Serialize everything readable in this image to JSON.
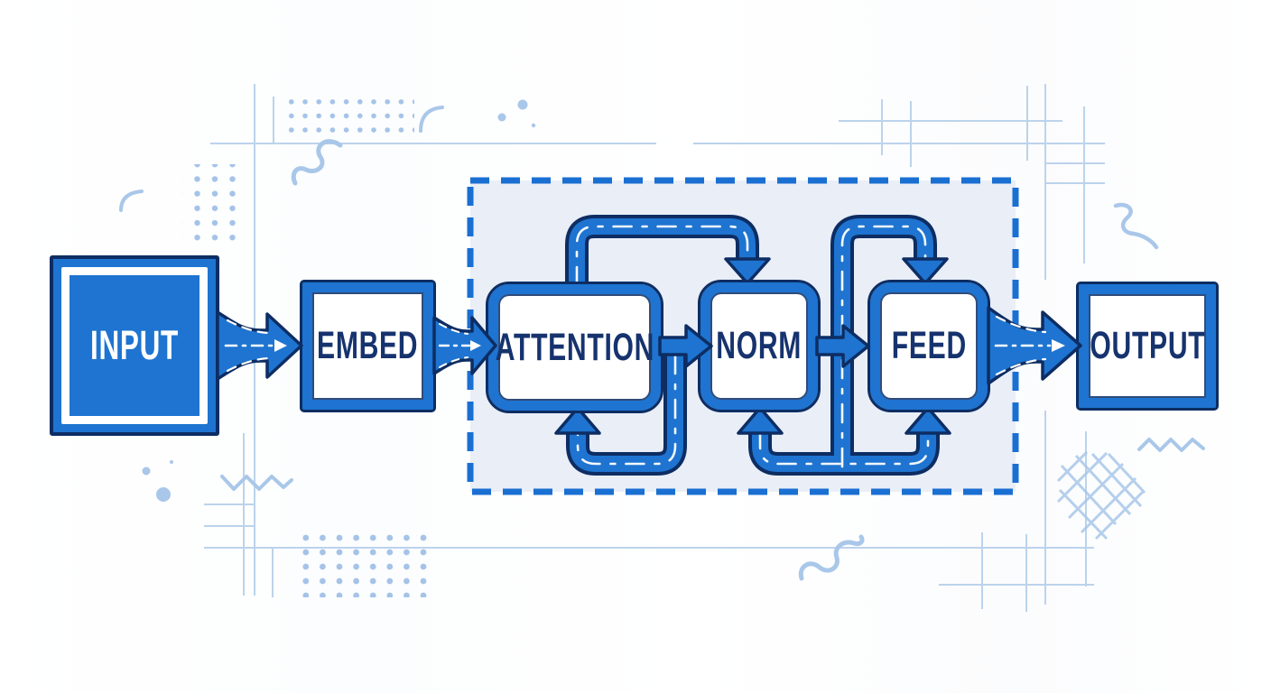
{
  "diagram": {
    "nodes": [
      {
        "id": "input",
        "label": "INPUT"
      },
      {
        "id": "embed",
        "label": "EMBED"
      },
      {
        "id": "attention",
        "label": "ATTENTION"
      },
      {
        "id": "norm",
        "label": "NORM"
      },
      {
        "id": "feed",
        "label": "FEED"
      },
      {
        "id": "output",
        "label": "OUTPUT"
      }
    ],
    "edges": [
      {
        "from": "INPUT",
        "to": "EMBED",
        "style": "flared-arrow"
      },
      {
        "from": "EMBED",
        "to": "ATTENTION",
        "style": "flared-arrow"
      },
      {
        "from": "ATTENTION",
        "to": "NORM",
        "style": "straight-arrow"
      },
      {
        "from": "NORM",
        "to": "FEED",
        "style": "straight-arrow"
      },
      {
        "from": "FEED",
        "to": "OUTPUT",
        "style": "flared-arrow"
      },
      {
        "from": "ATTENTION",
        "to": "NORM",
        "style": "top-skip-arc"
      },
      {
        "from": "NORM-FEED-gap",
        "to": "FEED",
        "style": "top-skip-arc"
      },
      {
        "from": "ATTENTION-NORM-gap",
        "to": "ATTENTION",
        "style": "bottom-return-loop"
      },
      {
        "from": "NORM-FEED-gap",
        "to": "NORM",
        "style": "bottom-return-loop"
      },
      {
        "from": "NORM-FEED-gap",
        "to": "FEED",
        "style": "bottom-return-loop"
      }
    ],
    "loop_region": {
      "style": "dashed-border",
      "contains": [
        "ATTENTION",
        "NORM",
        "FEED"
      ]
    },
    "colors": {
      "primary_blue": "#1e74d0",
      "outline_navy": "#0d2d63",
      "text_navy": "#16336e",
      "region_fill": "#e9eef7",
      "dashed_border": "#1a6fd2",
      "decor_blue": "#a9c7e9",
      "decor_line": "#bcd3ec",
      "background": "#ffffff"
    }
  }
}
